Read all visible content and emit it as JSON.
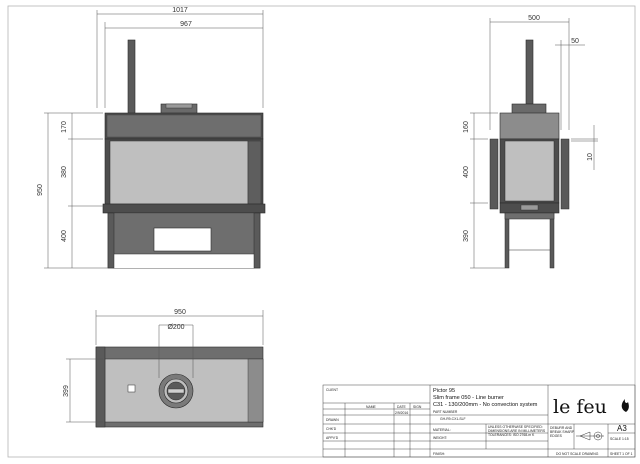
{
  "dimensions": {
    "front_width_total": "1017",
    "front_width_body": "967",
    "front_height_total": "950",
    "front_top": "170",
    "front_glass": "380",
    "front_legs": "400",
    "side_width": "500",
    "side_offset": "50",
    "side_top": "160",
    "side_glass": "400",
    "side_gap": "10",
    "side_legs": "390",
    "top_width": "950",
    "top_flue": "Ø200",
    "top_depth": "399"
  },
  "title_block": {
    "client_label": "CLIENT",
    "name_header": "NAME",
    "date_header": "DATE",
    "sign_header": "SIGN",
    "drawn_label": "DRAWN",
    "drawn_date": "2/9/2016",
    "chkd_label": "CHK'D",
    "apprvd_label": "APPV'D",
    "project_name": "Pictor 95",
    "frame_desc": "Slim frame 050 - Line burner",
    "convection_desc": "C31 - 130/200mm - No convection system",
    "part_number_label": "PART NUMBER",
    "part_number": "GH-R9-CX1-SLF",
    "material_label": "MATERIAL:",
    "weight_label": "WEIGHT:",
    "finish_label": "FINISH:",
    "tolerance_note_1": "UNLESS OTHERWISE SPECIFIED:",
    "tolerance_note_2": "DIMENSIONS ARE IN MILLIMETERS",
    "tolerance_note_3": "TOLERANCES: ISO 2768-m K",
    "deburr_note_1": "DEBURR AND",
    "deburr_note_2": "BREAK SHARP",
    "deburr_note_3": "EDGES",
    "do_not_scale": "DO NOT SCALE DRAWING",
    "sheet_size": "A3",
    "scale": "SCALE 1:15",
    "sheet": "SHEET 1 OF 1"
  },
  "logo": {
    "text": "le feu",
    "icon": "flame-icon"
  },
  "colors": {
    "metal_dark": "#5a5a5a",
    "metal_mid": "#8c8c8c",
    "glass": "#bfbfbf",
    "line": "#2a2a2a",
    "dimension": "#555555"
  }
}
